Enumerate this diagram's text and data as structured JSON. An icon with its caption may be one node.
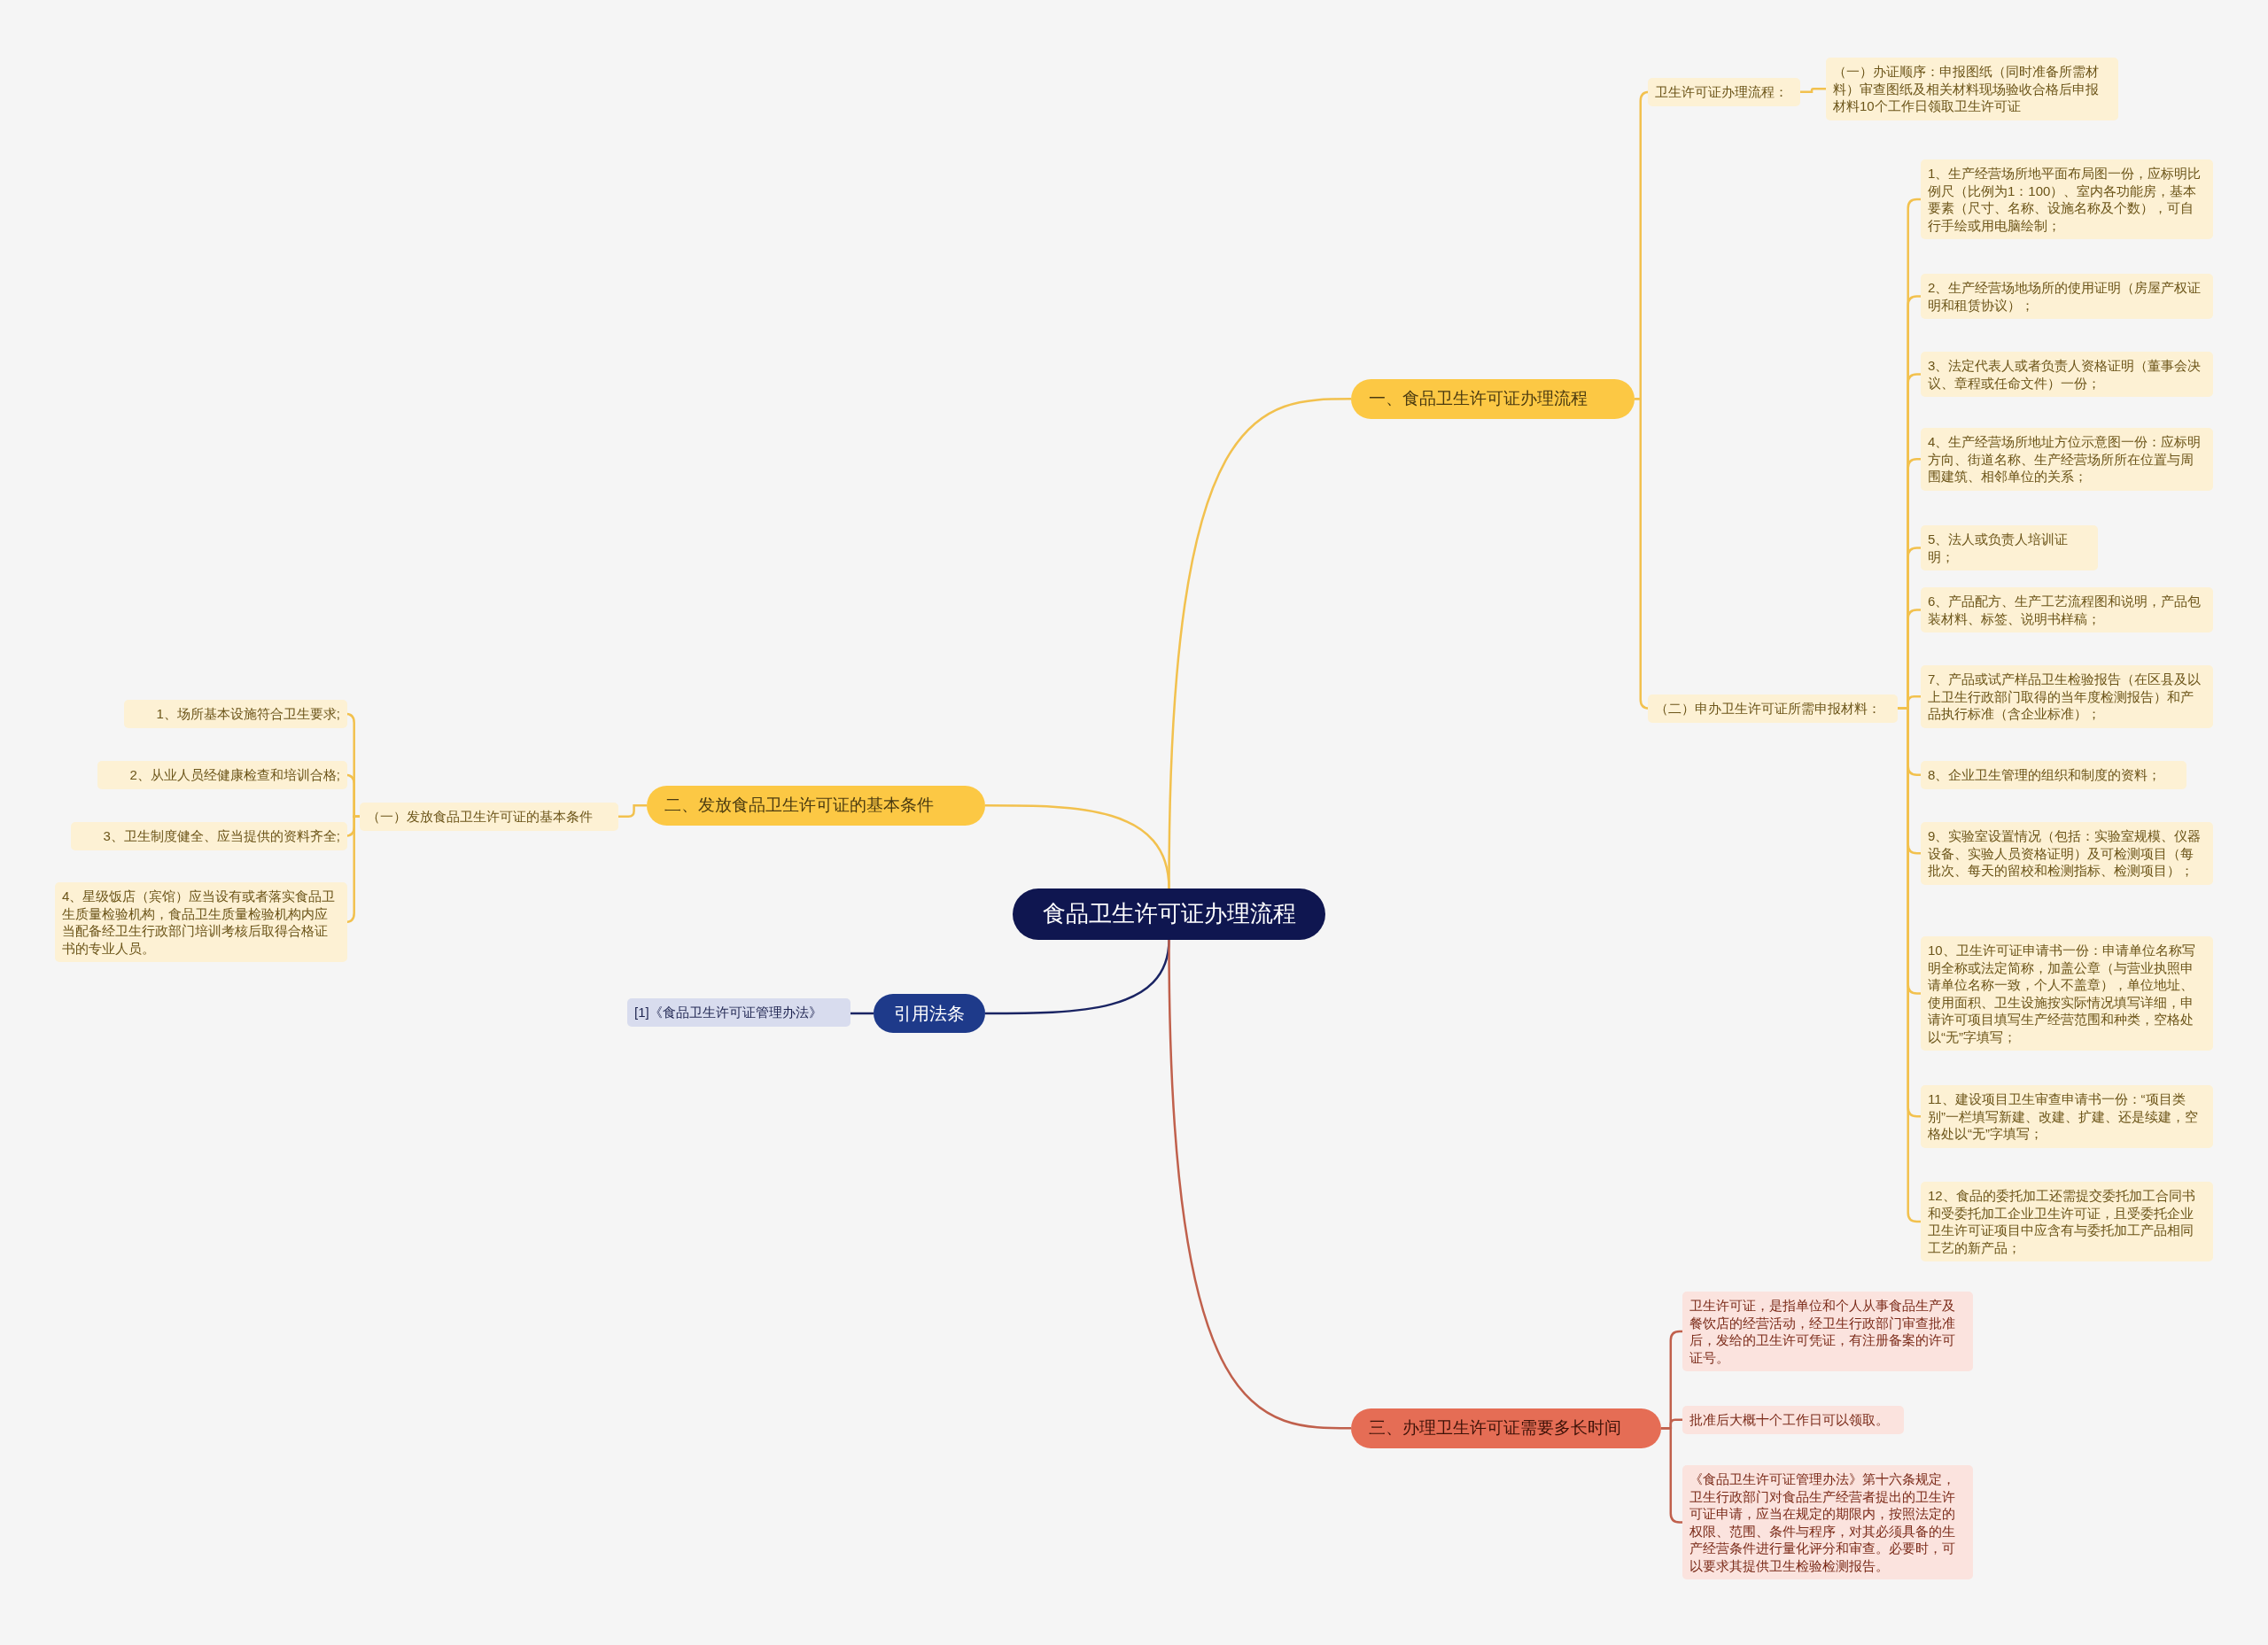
{
  "diagram": {
    "nodes": [
      {
        "text": [
          "食品卫生许可证办理流程"
        ]
      },
      {
        "text": [
          "一、食品卫生许可证办理流程"
        ]
      },
      {
        "text": [
          "卫生许可证办理流程："
        ]
      },
      {
        "text": [
          "（一）办证顺序：申报图纸（同时准备所需材料）审查图纸及相关材料现场验收合格后申报材料10个工作日领取卫生许可证"
        ]
      },
      {
        "text": [
          "（二）申办卫生许可证所需申报材料："
        ]
      },
      {
        "text": [
          "1、生产经营场所地平面布局图一份，应标明比例尺（比例为1：100）、室内各功能房，基本要素（尺寸、名称、设施名称及个数），可自行手绘或用电脑绘制；"
        ]
      },
      {
        "text": [
          "2、生产经营场地场所的使用证明（房屋产权证明和租赁协议）；"
        ]
      },
      {
        "text": [
          "3、法定代表人或者负责人资格证明（董事会决议、章程或任命文件）一份；"
        ]
      },
      {
        "text": [
          "4、生产经营场所地址方位示意图一份：应标明方向、街道名称、生产经营场所所在位置与周围建筑、相邻单位的关系；"
        ]
      },
      {
        "text": [
          "5、法人或负责人培训证明；"
        ]
      },
      {
        "text": [
          "6、产品配方、生产工艺流程图和说明，产品包装材料、标签、说明书样稿；"
        ]
      },
      {
        "text": [
          "7、产品或试产样品卫生检验报告（在区县及以上卫生行政部门取得的当年度检测报告）和产品执行标准（含企业标准）；"
        ]
      },
      {
        "text": [
          "8、企业卫生管理的组织和制度的资料；"
        ]
      },
      {
        "text": [
          "9、实验室设置情况（包括：实验室规模、仪器设备、实验人员资格证明）及可检测项目（每批次、每天的留校和检测指标、检测项目）；"
        ]
      },
      {
        "text": [
          "10、卫生许可证申请书一份：申请单位名称写明全称或法定简称，加盖公章（与营业执照申请单位名称一致，个人不盖章），单位地址、使用面积、卫生设施按实际情况填写详细，申请许可项目填写生产经营范围和种类，空格处以“无”字填写；"
        ]
      },
      {
        "text": [
          "11、建设项目卫生审查申请书一份：“项目类别”一栏填写新建、改建、扩建、还是续建，空格处以“无”字填写；"
        ]
      },
      {
        "text": [
          "12、食品的委托加工还需提交委托加工合同书和受委托加工企业卫生许可证，且受委托企业卫生许可证项目中应含有与委托加工产品相同工艺的新产品；"
        ]
      },
      {
        "text": [
          "二、发放食品卫生许可证的基本条件"
        ]
      },
      {
        "text": [
          "（一）发放食品卫生许可证的基本条件"
        ]
      },
      {
        "text": [
          "1、场所基本设施符合卫生要求;"
        ]
      },
      {
        "text": [
          "2、从业人员经健康检查和培训合格;"
        ]
      },
      {
        "text": [
          "3、卫生制度健全、应当提供的资料齐全;"
        ]
      },
      {
        "text": [
          "4、星级饭店（宾馆）应当设有或者落实食品卫生质量检验机构，食品卫生质量检验机构内应当配备经卫生行政部门培训考核后取得合格证书的专业人员。"
        ]
      },
      {
        "text": [
          "引用法条"
        ]
      },
      {
        "text": [
          "[1]《食品卫生许可证管理办法》"
        ]
      },
      {
        "text": [
          "三、办理卫生许可证需要多长时间"
        ]
      },
      {
        "text": [
          "卫生许可证，是指单位和个人从事食品生产及餐饮店的经营活动，经卫生行政部门审查批准后，发给的卫生许可凭证，有注册备案的许可证号。"
        ]
      },
      {
        "text": [
          "批准后大概十个工作日可以领取。"
        ]
      },
      {
        "text": [
          "《食品卫生许可证管理办法》第十六条规定，卫生行政部门对食品生产经营者提出的卫生许可证申请，应当在规定的期限内，按照法定的权限、范围、条件与程序，对其必须具备的生产经营条件进行量化评分和审查。必要时，可以要求其提供卫生检验检测报告。"
        ]
      }
    ],
    "edges": [
      {
        "from": 0,
        "to": 1,
        "arrow": "none"
      },
      {
        "from": 1,
        "to": 2,
        "arrow": "none"
      },
      {
        "from": 2,
        "to": 3,
        "arrow": "none"
      },
      {
        "from": 1,
        "to": 4,
        "arrow": "none"
      },
      {
        "from": 4,
        "to": 5,
        "arrow": "none"
      },
      {
        "from": 4,
        "to": 6,
        "arrow": "none"
      },
      {
        "from": 4,
        "to": 7,
        "arrow": "none"
      },
      {
        "from": 4,
        "to": 8,
        "arrow": "none"
      },
      {
        "from": 4,
        "to": 9,
        "arrow": "none"
      },
      {
        "from": 4,
        "to": 10,
        "arrow": "none"
      },
      {
        "from": 4,
        "to": 11,
        "arrow": "none"
      },
      {
        "from": 4,
        "to": 12,
        "arrow": "none"
      },
      {
        "from": 4,
        "to": 13,
        "arrow": "none"
      },
      {
        "from": 4,
        "to": 14,
        "arrow": "none"
      },
      {
        "from": 4,
        "to": 15,
        "arrow": "none"
      },
      {
        "from": 4,
        "to": 16,
        "arrow": "none"
      },
      {
        "from": 0,
        "to": 17,
        "arrow": "none"
      },
      {
        "from": 17,
        "to": 18,
        "arrow": "none"
      },
      {
        "from": 18,
        "to": 19,
        "arrow": "none"
      },
      {
        "from": 18,
        "to": 20,
        "arrow": "none"
      },
      {
        "from": 18,
        "to": 21,
        "arrow": "none"
      },
      {
        "from": 18,
        "to": 22,
        "arrow": "none"
      },
      {
        "from": 0,
        "to": 23,
        "arrow": "none",
        "color": "#1a2463"
      },
      {
        "from": 23,
        "to": 24,
        "arrow": "none",
        "color": "#1a2463"
      },
      {
        "from": 0,
        "to": 25,
        "arrow": "none",
        "color": "#c0604c"
      },
      {
        "from": 25,
        "to": 26,
        "arrow": "none",
        "color": "#c0604c"
      },
      {
        "from": 25,
        "to": 27,
        "arrow": "none",
        "color": "#c0604c"
      },
      {
        "from": 25,
        "to": 28,
        "arrow": "none",
        "color": "#c0604c"
      }
    ]
  }
}
